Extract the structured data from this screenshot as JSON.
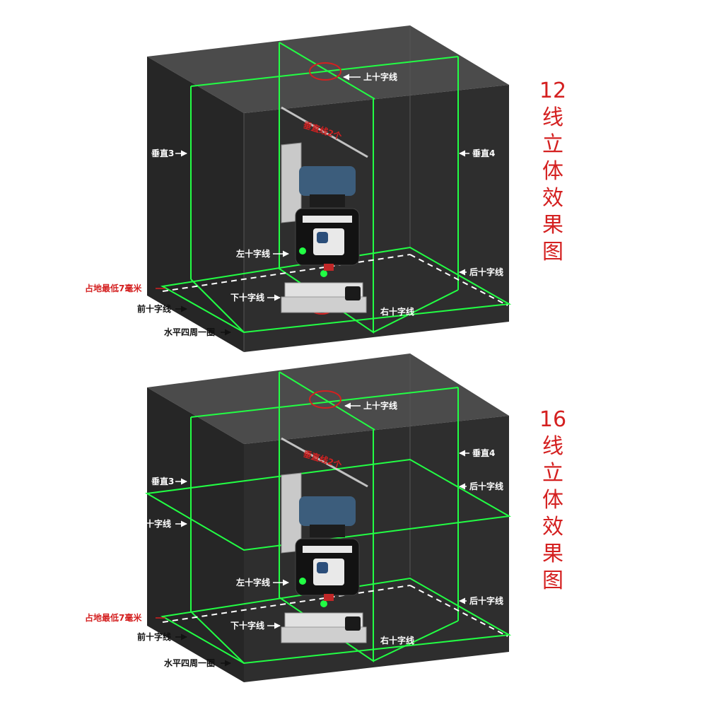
{
  "colors": {
    "laser": "#22ff44",
    "accent_red": "#d42020",
    "box_front": "#2b2b2b",
    "box_top": "#4a4a4a"
  },
  "panels": [
    {
      "caption_chars": [
        "12",
        "线",
        "立",
        "体",
        "效",
        "果",
        "图"
      ],
      "labels": {
        "top_cross": "上十字线",
        "vertical_2": "垂直线2个",
        "vertical_3": "垂直3",
        "vertical_4": "垂直4",
        "left_cross": "左十字线",
        "back_cross": "后十字线",
        "ground_min": "占地最低7毫米",
        "bottom_cross": "下十字线",
        "front_cross": "前十字线",
        "right_cross": "右十字线",
        "horizontal_ring": "水平四周一圈"
      }
    },
    {
      "caption_chars": [
        "16",
        "线",
        "立",
        "体",
        "效",
        "果",
        "图"
      ],
      "labels": {
        "top_cross": "上十字线",
        "vertical_2": "垂直线2个",
        "vertical_3": "垂直3",
        "vertical_4": "垂直4",
        "back_cross_upper": "后十字线",
        "front_cross_upper": "前十字线",
        "left_cross": "左十字线",
        "back_cross": "后十字线",
        "ground_min": "占地最低7毫米",
        "bottom_cross": "下十字线",
        "front_cross": "前十字线",
        "right_cross": "右十字线",
        "horizontal_ring": "水平四周一圈"
      }
    }
  ]
}
